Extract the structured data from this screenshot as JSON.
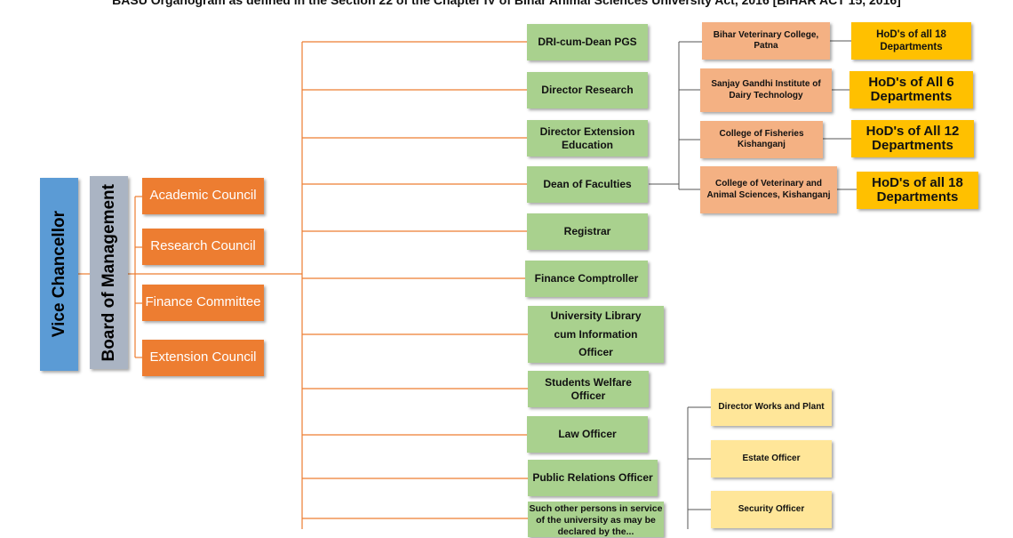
{
  "title": "BASU Organogram as defined in the Section 22 of the Chapter IV of Bihar Animal Sciences University Act, 2016 [BIHAR ACT 15, 2016]",
  "vice_chancellor": "Vice Chancellor",
  "board_of_management": "Board of Management",
  "councils": [
    "Academic Council",
    "Research Council",
    "Finance Committee",
    "Extension Council"
  ],
  "officers": [
    "DRI-cum-Dean PGS",
    "Director Research",
    "Director Extension Education",
    "Dean of Faculties",
    "Registrar",
    "Finance Comptroller",
    "University Library cum Information Officer",
    "Students Welfare Officer",
    "Law Officer",
    "Public Relations Officer",
    "Such other persons in service of the university as may be declared by the..."
  ],
  "colleges": [
    {
      "name": "Bihar Veterinary College, Patna",
      "hods": "HoD's of all 18 Departments"
    },
    {
      "name": "Sanjay Gandhi Institute of Dairy Technology",
      "hods": "HoD's of All 6 Departments"
    },
    {
      "name": "College of Fisheries Kishanganj",
      "hods": "HoD's of All 12 Departments"
    },
    {
      "name": "College of Veterinary and Animal Sciences, Kishanganj",
      "hods": "HoD's of all 18 Departments"
    }
  ],
  "works": [
    "Director Works and Plant",
    "Estate Officer",
    "Security Officer"
  ],
  "colors": {
    "blue": "#5b9bd5",
    "grey": "#aab4c3",
    "orange": "#ed7d31",
    "green": "#a9d18e",
    "salmon": "#f4b183",
    "yellow": "#ffc000",
    "cream": "#ffe699",
    "line": "#ed7d31"
  }
}
